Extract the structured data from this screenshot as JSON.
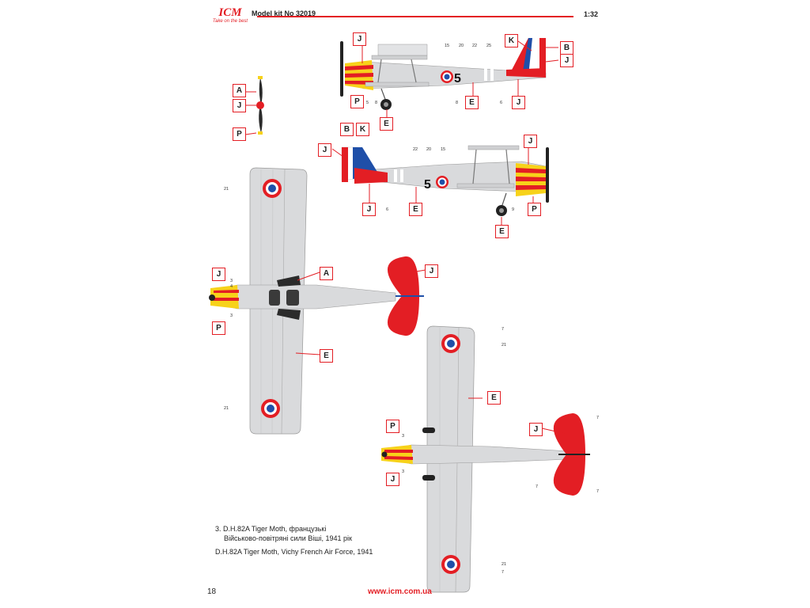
{
  "header": {
    "brand": "ICM",
    "brand_tagline": "Take on the best",
    "model_kit": "Model kit No 32019",
    "scale": "1:32"
  },
  "colors": {
    "accent_red": "#e31e24",
    "aircraft_silver": "#d9dadc",
    "rudder_red": "#e41e26",
    "rudder_blue": "#1f4fa8",
    "cowl_yellow": "#f7d21a"
  },
  "callouts": {
    "A": "A",
    "B": "B",
    "E": "E",
    "J": "J",
    "K": "K",
    "P": "P"
  },
  "side_view": {
    "fuselage_code": "5",
    "stencil_numbers": [
      "15",
      "20",
      "22",
      "25",
      "5",
      "8",
      "8",
      "6"
    ]
  },
  "side_view_left": {
    "fuselage_code": "5",
    "stencil_numbers": [
      "22",
      "20",
      "15",
      "6",
      "9"
    ]
  },
  "top_view": {
    "stencil_numbers": [
      "21",
      "21",
      "3",
      "4",
      "3"
    ]
  },
  "bottom_view": {
    "stencil_numbers": [
      "7",
      "21",
      "3",
      "3",
      "7",
      "7",
      "7",
      "21",
      "7"
    ]
  },
  "caption": {
    "ua_line1": "3. D.H.82A Tiger Moth, французькі",
    "ua_line2": "Військово-повітряні сили Віші, 1941 рік",
    "en_line": "D.H.82A Tiger Moth, Vichy French Air Force, 1941"
  },
  "footer": {
    "page": "18",
    "url": "www.icm.com.ua"
  }
}
